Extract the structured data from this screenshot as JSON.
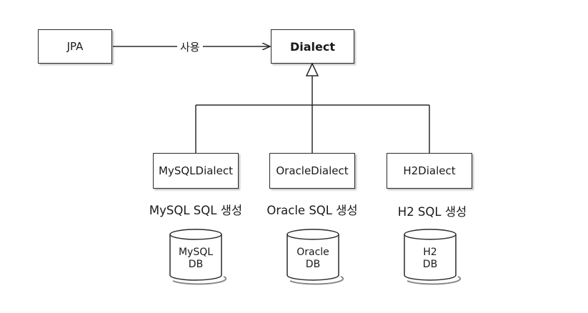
{
  "nodes": {
    "jpa": "JPA",
    "dialect": "Dialect",
    "mysql_dialect": "MySQLDialect",
    "oracle_dialect": "OracleDialect",
    "h2_dialect": "H2Dialect"
  },
  "edges": {
    "uses_label": "사용"
  },
  "captions": {
    "mysql": "MySQL SQL 생성",
    "oracle": "Oracle SQL 생성",
    "h2": "H2 SQL 생성"
  },
  "databases": {
    "mysql": {
      "line1": "MySQL",
      "line2": "DB"
    },
    "oracle": {
      "line1": "Oracle",
      "line2": "DB"
    },
    "h2": {
      "line1": "H2",
      "line2": "DB"
    }
  }
}
